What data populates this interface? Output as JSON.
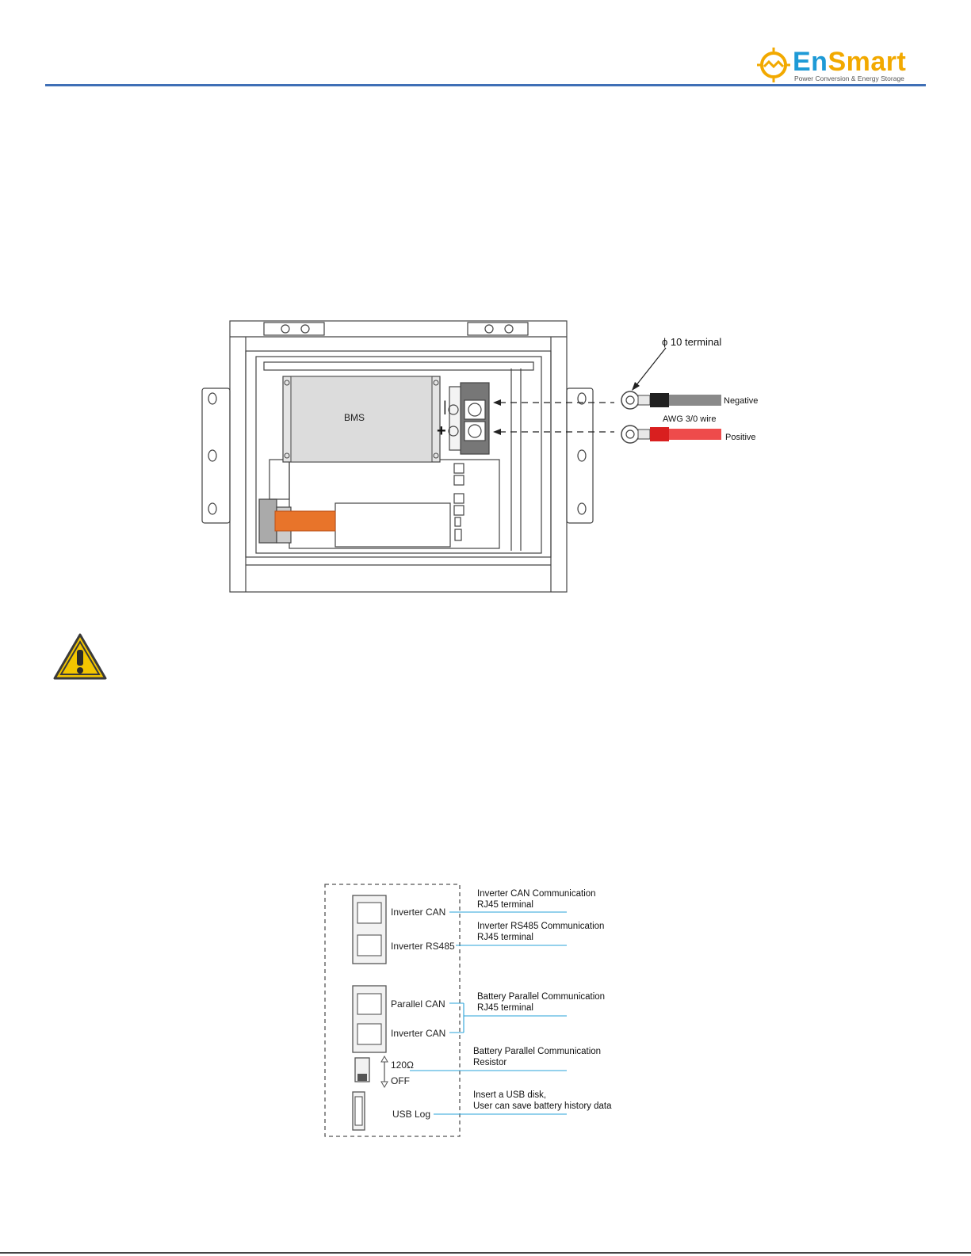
{
  "header": {
    "brand_en": "En",
    "brand_smart": "Smart",
    "brand_tagline": "Power Conversion & Energy Storage",
    "rule_color": "#3f6fb6"
  },
  "wiring_diagram": {
    "bms_label": "BMS",
    "minus_sign": "|",
    "plus_sign": "+",
    "terminal_label": "ϕ 10 terminal",
    "wire_label": "AWG 3/0 wire",
    "negative_label": "Negative",
    "positive_label": "Positive",
    "negative_color": "#202020",
    "positive_color": "#ee2b2b",
    "busbar_color": "#e8742a"
  },
  "warning": {
    "icon": "warning-triangle-icon",
    "color": "#f2c500"
  },
  "port_diagram": {
    "ports": [
      "Inverter CAN",
      "Inverter RS485",
      "Parallel CAN",
      "Inverter CAN",
      "120Ω",
      "OFF",
      "USB Log"
    ],
    "callouts": [
      {
        "line1": "Inverter CAN Communication",
        "line2": "RJ45 terminal"
      },
      {
        "line1": "Inverter RS485 Communication",
        "line2": "RJ45 terminal"
      },
      {
        "line1": "Battery Parallel Communication",
        "line2": "RJ45 terminal"
      },
      {
        "line1": "Battery Parallel Communication",
        "line2": "Resistor"
      },
      {
        "line1": "Insert a USB disk,",
        "line2": "User can save battery history data"
      }
    ],
    "leader_color": "#2aa3d8"
  }
}
